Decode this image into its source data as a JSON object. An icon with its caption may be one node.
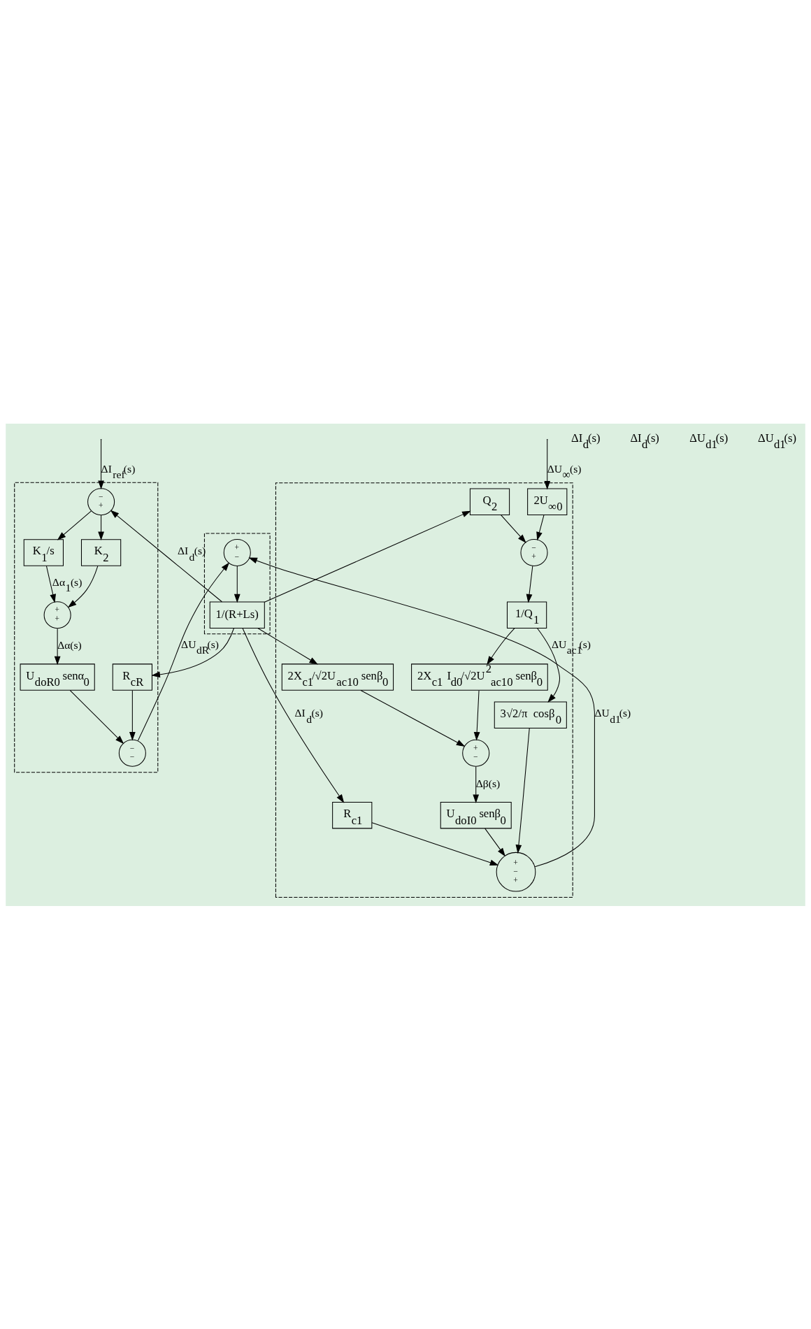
{
  "diagram": {
    "nodes": [
      {
        "text": [],
        "shape": "box"
      },
      {
        "text": [],
        "shape": "box"
      },
      {
        "text": [],
        "shape": "box"
      },
      {
        "text": [
          "−",
          "+"
        ],
        "in": 0
      },
      {
        "text": [
          "K$_{1}$/s"
        ],
        "in": 0
      },
      {
        "text": [
          "K$_{2}$"
        ],
        "in": 0
      },
      {
        "text": [
          "+",
          "+"
        ],
        "in": 0
      },
      {
        "text": [
          "U$_{doR0}$ senα$_{0}$"
        ],
        "in": 0
      },
      {
        "text": [
          "−",
          "−"
        ],
        "in": 0
      },
      {
        "text": [
          "1/(R+Ls)"
        ],
        "in": 1
      },
      {
        "text": [
          "R$_{cR}$"
        ],
        "in": 0
      },
      {
        "text": [
          "2X$_{c1}$/√2U$_{ac10}$ senβ$_{0}$"
        ],
        "in": 2
      },
      {
        "text": [
          "Q$_{2}$"
        ],
        "in": 2
      },
      {
        "text": [
          "2U$_{∞0}$"
        ],
        "in": 2
      },
      {
        "text": [
          "−",
          "+"
        ],
        "in": 2
      },
      {
        "text": [
          "1/Q$_{1}$"
        ],
        "in": 2
      },
      {
        "text": [
          "2X$_{c1}$ I$_{d0}$/√2U$^{2}$$_{ac10}$ senβ$_{0}$"
        ],
        "in": 2
      },
      {
        "text": [
          "+",
          "−"
        ],
        "in": 2
      },
      {
        "text": [
          "R$_{c1}$"
        ],
        "in": 2
      },
      {
        "text": [
          "U$_{doI0}$ senβ$_{0}$"
        ],
        "in": 2
      },
      {
        "text": [
          "3√2/π cosβ$_{0}$"
        ],
        "in": 2
      },
      {
        "text": [
          "+",
          "−",
          "+"
        ],
        "in": 2
      },
      {
        "text": [
          "+",
          "−"
        ],
        "in": 1
      }
    ],
    "edges": [
      {
        "from": null,
        "to": 3,
        "arrow": "to",
        "label": "ΔI$_{ref}$(s)"
      },
      {
        "from": 3,
        "to": 4,
        "arrow": "to"
      },
      {
        "from": 3,
        "to": 5,
        "arrow": "to"
      },
      {
        "from": 4,
        "to": 6,
        "arrow": "to",
        "label": "Δα$_{1}$(s)"
      },
      {
        "from": 5,
        "to": 6,
        "arrow": "to"
      },
      {
        "from": 6,
        "to": 7,
        "arrow": "to",
        "label": "Δα(s)"
      },
      {
        "from": 7,
        "to": 8,
        "arrow": "to"
      },
      {
        "from": 10,
        "to": 8,
        "arrow": "to"
      },
      {
        "from": 8,
        "to": 22,
        "arrow": "to",
        "label": "ΔU$_{dR}$(s)"
      },
      {
        "from": 22,
        "to": 9,
        "arrow": "to"
      },
      {
        "from": 9,
        "to": 12,
        "arrow": "to"
      },
      {
        "from": 9,
        "to": 11,
        "arrow": "to"
      },
      {
        "from": 9,
        "to": 3,
        "arrow": "to",
        "label": "ΔI$_{d}$(s)"
      },
      {
        "from": 9,
        "to": 10,
        "arrow": "to"
      },
      {
        "from": 9,
        "to": 18,
        "arrow": "to",
        "label": "ΔI$_{d}$(s)"
      },
      {
        "from": null,
        "to": 13,
        "arrow": "to",
        "label": "ΔU$_{∞}$(s)"
      },
      {
        "from": 12,
        "to": 14,
        "arrow": "to"
      },
      {
        "from": 13,
        "to": 14,
        "arrow": "to"
      },
      {
        "from": 14,
        "to": 15,
        "arrow": "to"
      },
      {
        "from": 15,
        "to": 16,
        "arrow": "to"
      },
      {
        "from": 15,
        "to": 20,
        "arrow": "to",
        "label": "ΔU$_{ac1}$(s)"
      },
      {
        "from": 11,
        "to": 17,
        "arrow": "to"
      },
      {
        "from": 16,
        "to": 17,
        "arrow": "to"
      },
      {
        "from": 17,
        "to": 19,
        "arrow": "to",
        "label": "Δβ(s)"
      },
      {
        "from": 18,
        "to": 21,
        "arrow": "to"
      },
      {
        "from": 19,
        "to": 21,
        "arrow": "to"
      },
      {
        "from": 20,
        "to": 21,
        "arrow": "to"
      },
      {
        "from": 21,
        "to": 22,
        "arrow": "to",
        "label": "ΔU$_{d1}$(s)"
      }
    ],
    "labels": [
      "ΔI$_{d}$(s)",
      "ΔI$_{d}$(s)",
      "ΔU$_{d1}$(s)",
      "ΔU$_{d1}$(s)"
    ]
  }
}
